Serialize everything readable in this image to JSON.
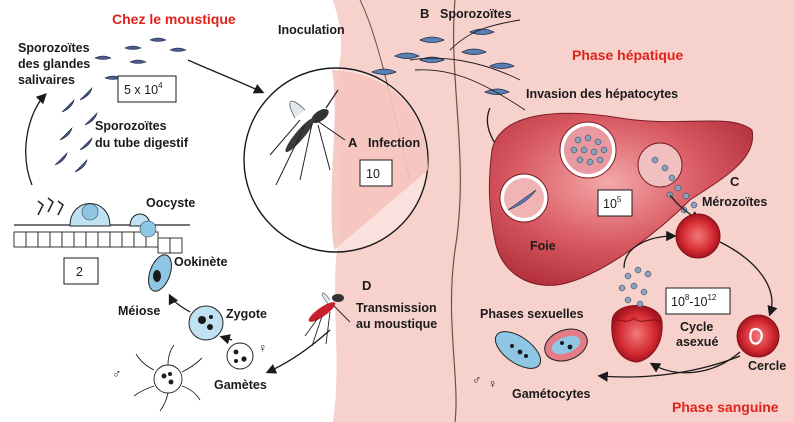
{
  "titles": {
    "mosquito": "Chez le moustique",
    "hepatic": "Phase hépatique",
    "blood": "Phase sanguine"
  },
  "letters": {
    "a": "A",
    "b": "B",
    "c": "C",
    "d": "D"
  },
  "labels": {
    "sporozoites_salivary_1": "Sporozoïtes",
    "sporozoites_salivary_2": "des glandes",
    "sporozoites_salivary_3": "salivaires",
    "sporozoites_gut_1": "Sporozoïtes",
    "sporozoites_gut_2": "du tube digestif",
    "oocyst": "Oocyste",
    "ookinete": "Ookinète",
    "meiosis": "Méiose",
    "zygote": "Zygote",
    "gametes": "Gamètes",
    "inoculation": "Inoculation",
    "infection": "Infection",
    "sporozoites_top": "Sporozoïtes",
    "hepatocyte_invasion": "Invasion des hépatocytes",
    "liver": "Foie",
    "merozoites": "Mérozoïtes",
    "transmission_1": "Transmission",
    "transmission_2": "au moustique",
    "sexual_phases": "Phases sexuelles",
    "gametocytes": "Gamétocytes",
    "cycle_1": "Cycle",
    "cycle_2": "asexué",
    "ring": "Cercle"
  },
  "counts": {
    "salivary": {
      "base": "5 x 10",
      "exp": "4"
    },
    "infection": {
      "base": "10",
      "exp": ""
    },
    "oocyst": {
      "base": "2",
      "exp": ""
    },
    "liver": {
      "base": "10",
      "exp": "5"
    },
    "blood_low": {
      "base": "10",
      "exp": "8"
    },
    "blood_sep": "-",
    "blood_high": {
      "base": "10",
      "exp": "12"
    }
  },
  "symbols": {
    "male": "♂",
    "female": "♀"
  },
  "colors": {
    "title_red": "#e0221b",
    "skin": "#f7d2cc",
    "liver": "#c93a4a",
    "cell_blue": "#8ec6e3",
    "erythrocyte": "#c8202c"
  }
}
